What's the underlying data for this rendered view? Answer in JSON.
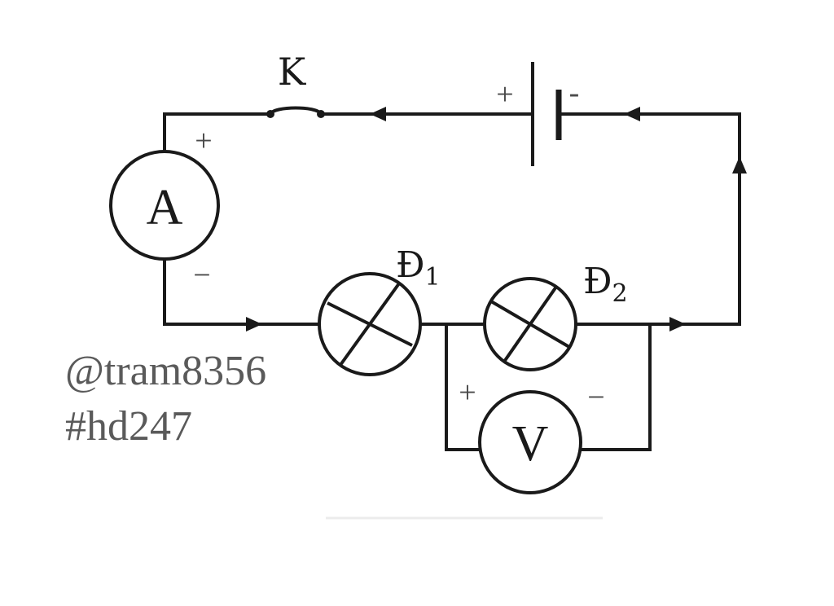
{
  "switch": {
    "label": "K"
  },
  "battery": {
    "plus_sign": "+",
    "minus_sign": "-"
  },
  "ammeter": {
    "letter": "A",
    "plus_sign": "+",
    "minus_sign": "−"
  },
  "voltmeter": {
    "letter": "V",
    "plus_sign": "+",
    "minus_sign": "−"
  },
  "lamp1": {
    "label": "Đ",
    "subscript": "1"
  },
  "lamp2": {
    "label": "Đ",
    "subscript": "2"
  },
  "watermark": {
    "line1": "@tram8356",
    "line2": "#hd247"
  }
}
